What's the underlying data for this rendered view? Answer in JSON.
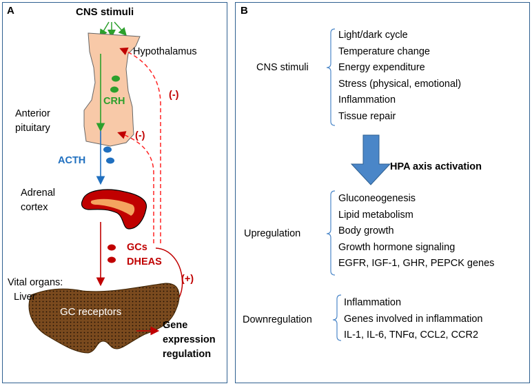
{
  "panel_a": {
    "letter": "A",
    "cns_stimuli": "CNS stimuli",
    "hypothalamus": "Hypothalamus",
    "crh": "CRH",
    "anterior_pituitary_line1": "Anterior",
    "anterior_pituitary_line2": "pituitary",
    "acth": "ACTH",
    "adrenal_line1": "Adrenal",
    "adrenal_line2": "cortex",
    "feedback_neg_1": "(-)",
    "feedback_neg_2": "(-)",
    "gcs": "GCs",
    "dheas": "DHEAS",
    "feedback_pos": "(+)",
    "vital_line1": "Vital organs:",
    "vital_line2": "Liver",
    "gc_receptors": "GC receptors",
    "gene_line1": "Gene",
    "gene_line2": "expression",
    "gene_line3": "regulation"
  },
  "panel_b": {
    "letter": "B",
    "cns_label": "CNS stimuli",
    "cns_items": [
      "Light/dark cycle",
      "Temperature change",
      "Energy expenditure",
      "Stress (physical, emotional)",
      "Inflammation",
      "Tissue repair"
    ],
    "hpa": "HPA axis activation",
    "up_label": "Upregulation",
    "up_items": [
      "Gluconeogenesis",
      "Lipid metabolism",
      "Body growth",
      "Growth hormone signaling",
      "EGFR, IGF-1, GHR, PEPCK genes"
    ],
    "down_label": "Downregulation",
    "down_items": [
      "Inflammation",
      "Genes involved  in inflammation",
      "IL-1, IL-6, TNFα, CCL2, CCR2"
    ]
  },
  "colors": {
    "green": "#2ca02c",
    "blue": "#1f6fbf",
    "red": "#c00000",
    "pituitary": "#f8c9a8",
    "liver": "#7a4a1e",
    "arrow_blue": "#4a86c8",
    "frame": "#2e5f8f"
  }
}
